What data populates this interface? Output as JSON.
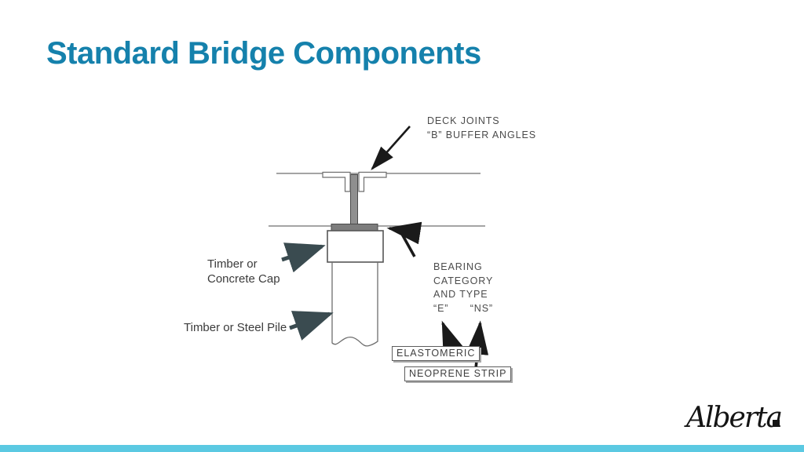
{
  "slide": {
    "title": "Standard Bridge Components"
  },
  "diagram": {
    "deck_joints": {
      "line1": "DECK JOINTS",
      "line2": "“B” BUFFER ANGLES"
    },
    "timber_cap": {
      "line1": "Timber or",
      "line2": "Concrete Cap"
    },
    "timber_pile": "Timber or Steel Pile",
    "bearing": {
      "line1": "BEARING",
      "line2": "CATEGORY",
      "line3": "AND TYPE",
      "type_e": "“E”",
      "type_ns": "“NS”"
    },
    "callouts": {
      "elastomeric": "ELASTOMERIC",
      "neoprene": "NEOPRENE STRIP"
    }
  },
  "footer": {
    "logo_text": "Alberta"
  },
  "colors": {
    "title_teal": "#1581AC",
    "footer_cyan": "#5BC9E2",
    "cad_text": "#4b4b4b",
    "label_text": "#3b3b3b",
    "line_gray": "#6e6e6e",
    "web_fill": "#8f8f8f",
    "pad_fill": "#7d7d7d",
    "black_arrow": "#1a1a1a",
    "slate_arrow": "#3a4b50",
    "logo_black": "#141414"
  }
}
